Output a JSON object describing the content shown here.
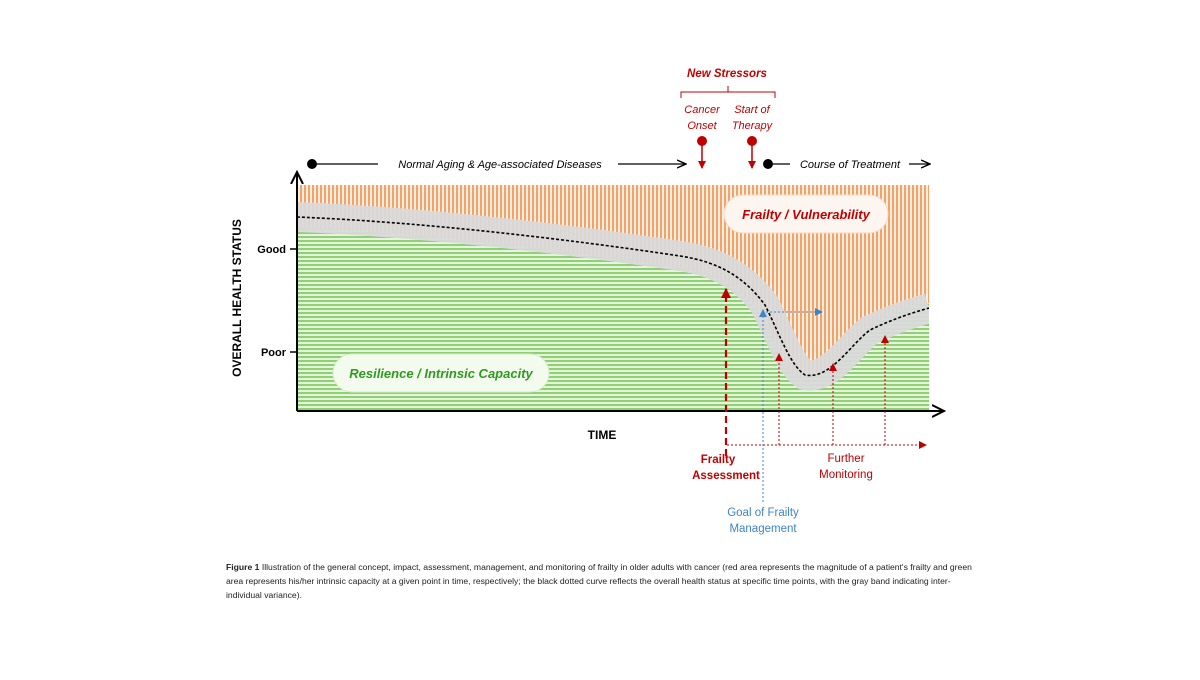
{
  "labels": {
    "new_stressors": "New Stressors",
    "cancer_onset_1": "Cancer",
    "cancer_onset_2": "Onset",
    "start_therapy_1": "Start of",
    "start_therapy_2": "Therapy",
    "normal_aging": "Normal Aging & Age-associated Diseases",
    "course_treatment": "Course of Treatment",
    "frailty_box": "Frailty / Vulnerability",
    "resilience_box": "Resilience / Intrinsic Capacity",
    "y_axis": "OVERALL HEALTH STATUS",
    "tick_good": "Good",
    "tick_poor": "Poor",
    "x_axis": "TIME",
    "frailty_assessment_1": "Frailty",
    "frailty_assessment_2": "Assessment",
    "further_monitoring_1": "Further",
    "further_monitoring_2": "Monitoring",
    "goal_1": "Goal of Frailty",
    "goal_2": "Management"
  },
  "caption": {
    "label": "Figure 1",
    "text": "Illustration of the general concept, impact, assessment, management, and monitoring of frailty in older adults with cancer (red area represents the magnitude of a patient's frailty and green area represents his/her intrinsic capacity at a given point in time, respectively; the black dotted curve reflects the overall health status at specific time points, with the gray band indicating inter-individual variance)."
  },
  "colors": {
    "red": "#c00000",
    "green": "#2e9a1e",
    "blue": "#3d85c6",
    "orange_stripe": "#f4a267",
    "green_stripe": "#8fd172",
    "gray_band": "#d9d9d9"
  }
}
